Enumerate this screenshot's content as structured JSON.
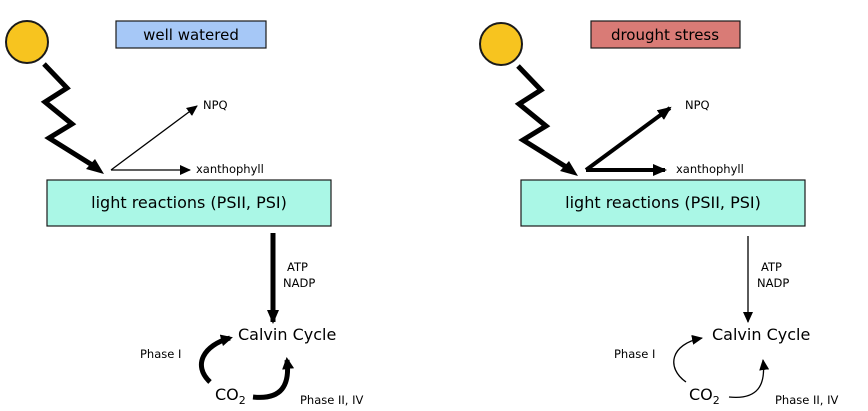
{
  "colors": {
    "sun": "#f7c41f",
    "sun_stroke": "#1a1a1a",
    "light_box": "#aaf7e6",
    "well_watered_bg": "#a6c8f7",
    "drought_bg": "#d97b76"
  },
  "panels": [
    {
      "condition_label": "well watered",
      "light_reactions": "light reactions (PSII, PSI)",
      "npq": "NPQ",
      "xanthophyll": "xanthophyll",
      "atp": "ATP",
      "nadp": "NADP",
      "calvin": "Calvin Cycle",
      "phase1": "Phase I",
      "phase2": "Phase II, IV",
      "co2_main": "CO",
      "co2_sub": "2"
    },
    {
      "condition_label": "drought stress",
      "light_reactions": "light reactions (PSII, PSI)",
      "npq": "NPQ",
      "xanthophyll": "xanthophyll",
      "atp": "ATP",
      "nadp": "NADP",
      "calvin": "Calvin Cycle",
      "phase1": "Phase I",
      "phase2": "Phase II, IV",
      "co2_main": "CO",
      "co2_sub": "2"
    }
  ]
}
